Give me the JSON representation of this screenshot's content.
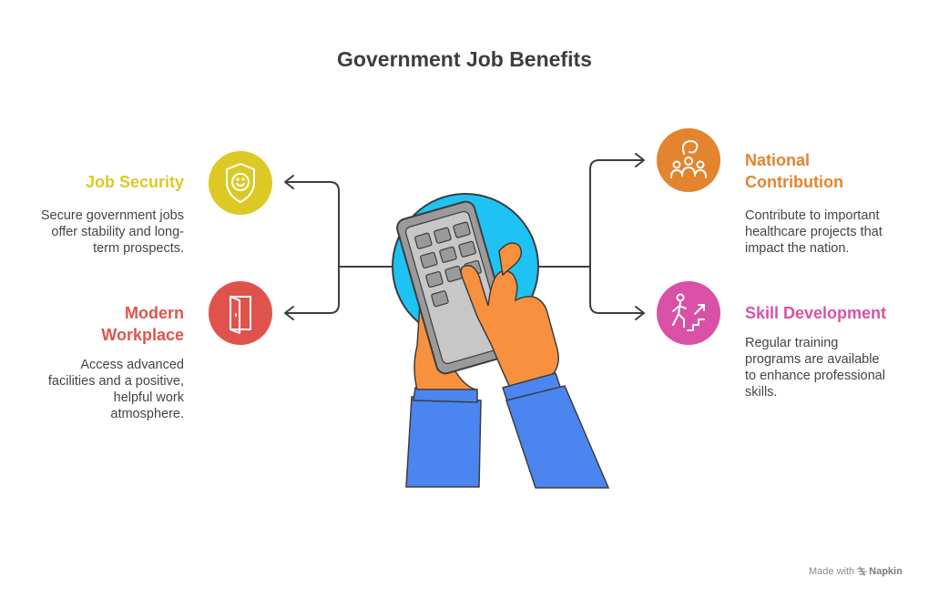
{
  "title": "Government Job Benefits",
  "items": [
    {
      "heading": "Job Security",
      "description": [
        "Secure government jobs",
        "offer stability and long-",
        "term prospects."
      ],
      "color": "#dcc926",
      "icon": "shield-smile-icon"
    },
    {
      "heading": [
        "Modern",
        "Workplace"
      ],
      "description": [
        "Access advanced",
        "facilities and a positive,",
        "helpful work",
        "atmosphere."
      ],
      "color": "#e0534c",
      "icon": "door-icon"
    },
    {
      "heading": [
        "National",
        "Contribution"
      ],
      "description": [
        "Contribute to important",
        "healthcare projects that",
        "impact the nation."
      ],
      "color": "#e3842f",
      "icon": "people-group-icon"
    },
    {
      "heading": "Skill Development",
      "description": [
        "Regular training",
        "programs are available",
        "to enhance professional",
        "skills."
      ],
      "color": "#d851a6",
      "icon": "person-stairs-icon"
    }
  ],
  "footer": {
    "prefix": "Made with",
    "brand": "Napkin"
  },
  "colors": {
    "center_circle": "#1ec3f3",
    "device": "#9a9a9a",
    "hand": "#f7913f",
    "sleeve": "#4b86f0",
    "connector": "#3d3d3d"
  }
}
